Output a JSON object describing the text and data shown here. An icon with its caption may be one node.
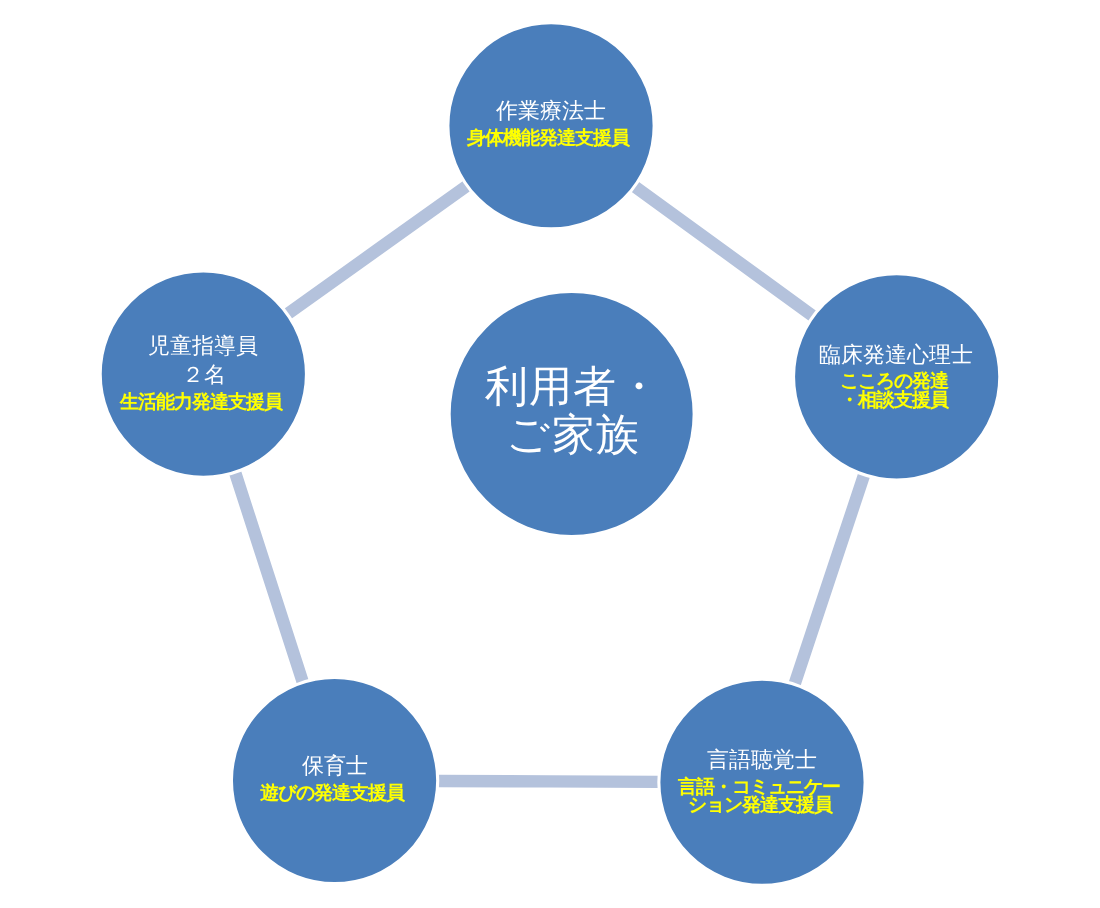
{
  "diagram": {
    "nodes": [
      {
        "text": [
          "利用者・ご家族"
        ]
      },
      {
        "text": [
          "作業療法士",
          "身体機能発達支援員"
        ]
      },
      {
        "text": [
          "臨床発達心理士",
          "こころの発達・相談支援員"
        ]
      },
      {
        "text": [
          "言語聴覚士",
          "言語・コミュニケーション発達支援員"
        ]
      },
      {
        "text": [
          "保育士",
          "遊びの発達支援員"
        ]
      },
      {
        "text": [
          "児童指導員",
          "２名",
          "生活能力発達支援員"
        ]
      }
    ],
    "edges": [
      {
        "from": 1,
        "to": 2,
        "arrow": "none"
      },
      {
        "from": 2,
        "to": 3,
        "arrow": "none"
      },
      {
        "from": 3,
        "to": 4,
        "arrow": "none"
      },
      {
        "from": 4,
        "to": 5,
        "arrow": "none"
      },
      {
        "from": 5,
        "to": 1,
        "arrow": "none"
      }
    ]
  }
}
